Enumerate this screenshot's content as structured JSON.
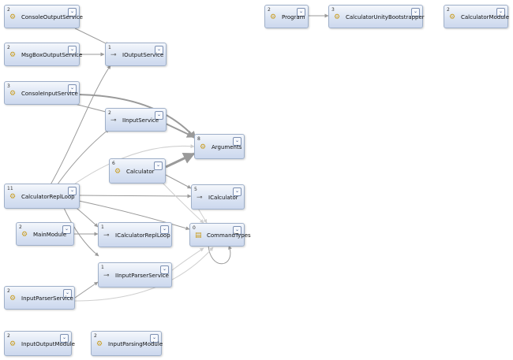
{
  "nodes": {
    "console_output_service": {
      "count": "2",
      "label": "ConsoleOutputService"
    },
    "msgbox_output_service": {
      "count": "2",
      "label": "MsgBoxOutputService"
    },
    "console_input_service": {
      "count": "3",
      "label": "ConsoleInputService"
    },
    "calculator_repl_loop": {
      "count": "11",
      "label": "CalculatorReplLoop"
    },
    "main_module": {
      "count": "2",
      "label": "MainModule"
    },
    "input_parser_service": {
      "count": "2",
      "label": "InputParserService"
    },
    "input_output_module": {
      "count": "2",
      "label": "InputOutputModule"
    },
    "input_parsing_module": {
      "count": "2",
      "label": "InputParsingModule"
    },
    "ioutput_service": {
      "count": "1",
      "label": "IOutputService"
    },
    "iinput_service": {
      "count": "2",
      "label": "IInputService"
    },
    "calculator": {
      "count": "6",
      "label": "Calculator"
    },
    "icalculator_repl_loop": {
      "count": "1",
      "label": "ICalculatorReplLoop"
    },
    "iinput_parser_service": {
      "count": "1",
      "label": "IInputParserService"
    },
    "arguments": {
      "count": "8",
      "label": "Arguments"
    },
    "icalculator": {
      "count": "5",
      "label": "ICalculator"
    },
    "command_types": {
      "count": "0",
      "label": "CommandTypes"
    },
    "program": {
      "count": "2",
      "label": "Program"
    },
    "calculator_unity_bootstrapper": {
      "count": "3",
      "label": "CalculatorUnityBootstrapper"
    },
    "calculator_module": {
      "count": "2",
      "label": "CalculatorModule"
    }
  },
  "icons": {
    "class": "class-icon",
    "interface": "interface-icon",
    "enum": "enum-icon",
    "expand": "double-chevron-down-icon"
  },
  "colors": {
    "node_border": "#9fb0c9",
    "node_fill_top": "#f4f7fc",
    "node_fill_bottom": "#ccd8ee",
    "edge": "#9a9a9a",
    "edge_light": "#cfcfcf"
  }
}
